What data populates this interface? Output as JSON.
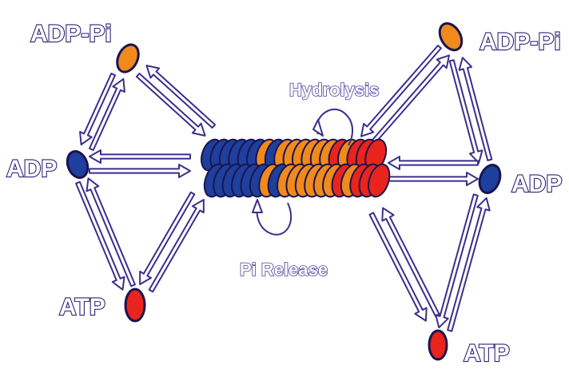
{
  "colors": {
    "outline": "#1a1450",
    "arrow": "#3a2f8c",
    "adp": "#1e3f9c",
    "adp_pi": "#f08a1c",
    "atp": "#e8241c"
  },
  "left": {
    "adp_pi_label": "ADP-Pi",
    "adp_label": "ADP",
    "atp_label": "ATP"
  },
  "right": {
    "adp_pi_label": "ADP-Pi",
    "adp_label": "ADP",
    "atp_label": "ATP"
  },
  "filament": {
    "subunit_states": [
      "ADP",
      "ADP",
      "ADP",
      "ADP",
      "ADP",
      "ADP",
      "ADP-Pi",
      "ADP",
      "ADP-Pi",
      "ADP-Pi",
      "ADP-Pi",
      "ADP-Pi",
      "ADP-Pi",
      "ADP-Pi",
      "ATP",
      "ADP-Pi",
      "ATP",
      "ATP",
      "ATP"
    ],
    "hydrolysis_label": "Hydrolysis",
    "pi_release_label": "Pi Release"
  }
}
